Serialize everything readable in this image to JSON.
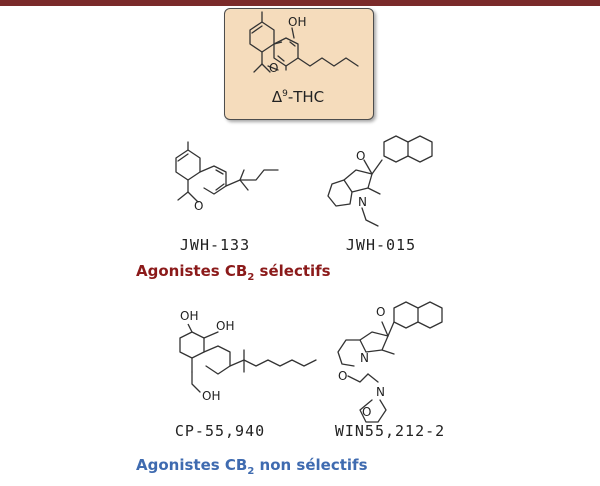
{
  "thc": {
    "label_prefix": "Δ",
    "label_sup": "9",
    "label_suffix": "-THC",
    "atom_oh": "OH",
    "atom_o": "O"
  },
  "compounds": [
    {
      "name": "JWH-133",
      "atoms": [
        "O"
      ]
    },
    {
      "name": "JWH-015",
      "atoms": [
        "O",
        "N"
      ]
    },
    {
      "name": "CP-55,940",
      "atoms": [
        "OH",
        "OH",
        "OH"
      ]
    },
    {
      "name": "WIN55,212-2",
      "atoms": [
        "O",
        "N",
        "O",
        "N",
        "O"
      ]
    }
  ],
  "groups": {
    "selective": {
      "prefix": "Agonistes CB",
      "sub": "2",
      "suffix": " sélectifs",
      "color": "#8b1a1a"
    },
    "nonselective": {
      "prefix": "Agonistes CB",
      "sub": "2",
      "suffix": " non sélectifs",
      "color": "#3f6bb0"
    }
  },
  "colors": {
    "top_rule": "#7a2a2a",
    "thc_box": "#f5dcbc"
  }
}
